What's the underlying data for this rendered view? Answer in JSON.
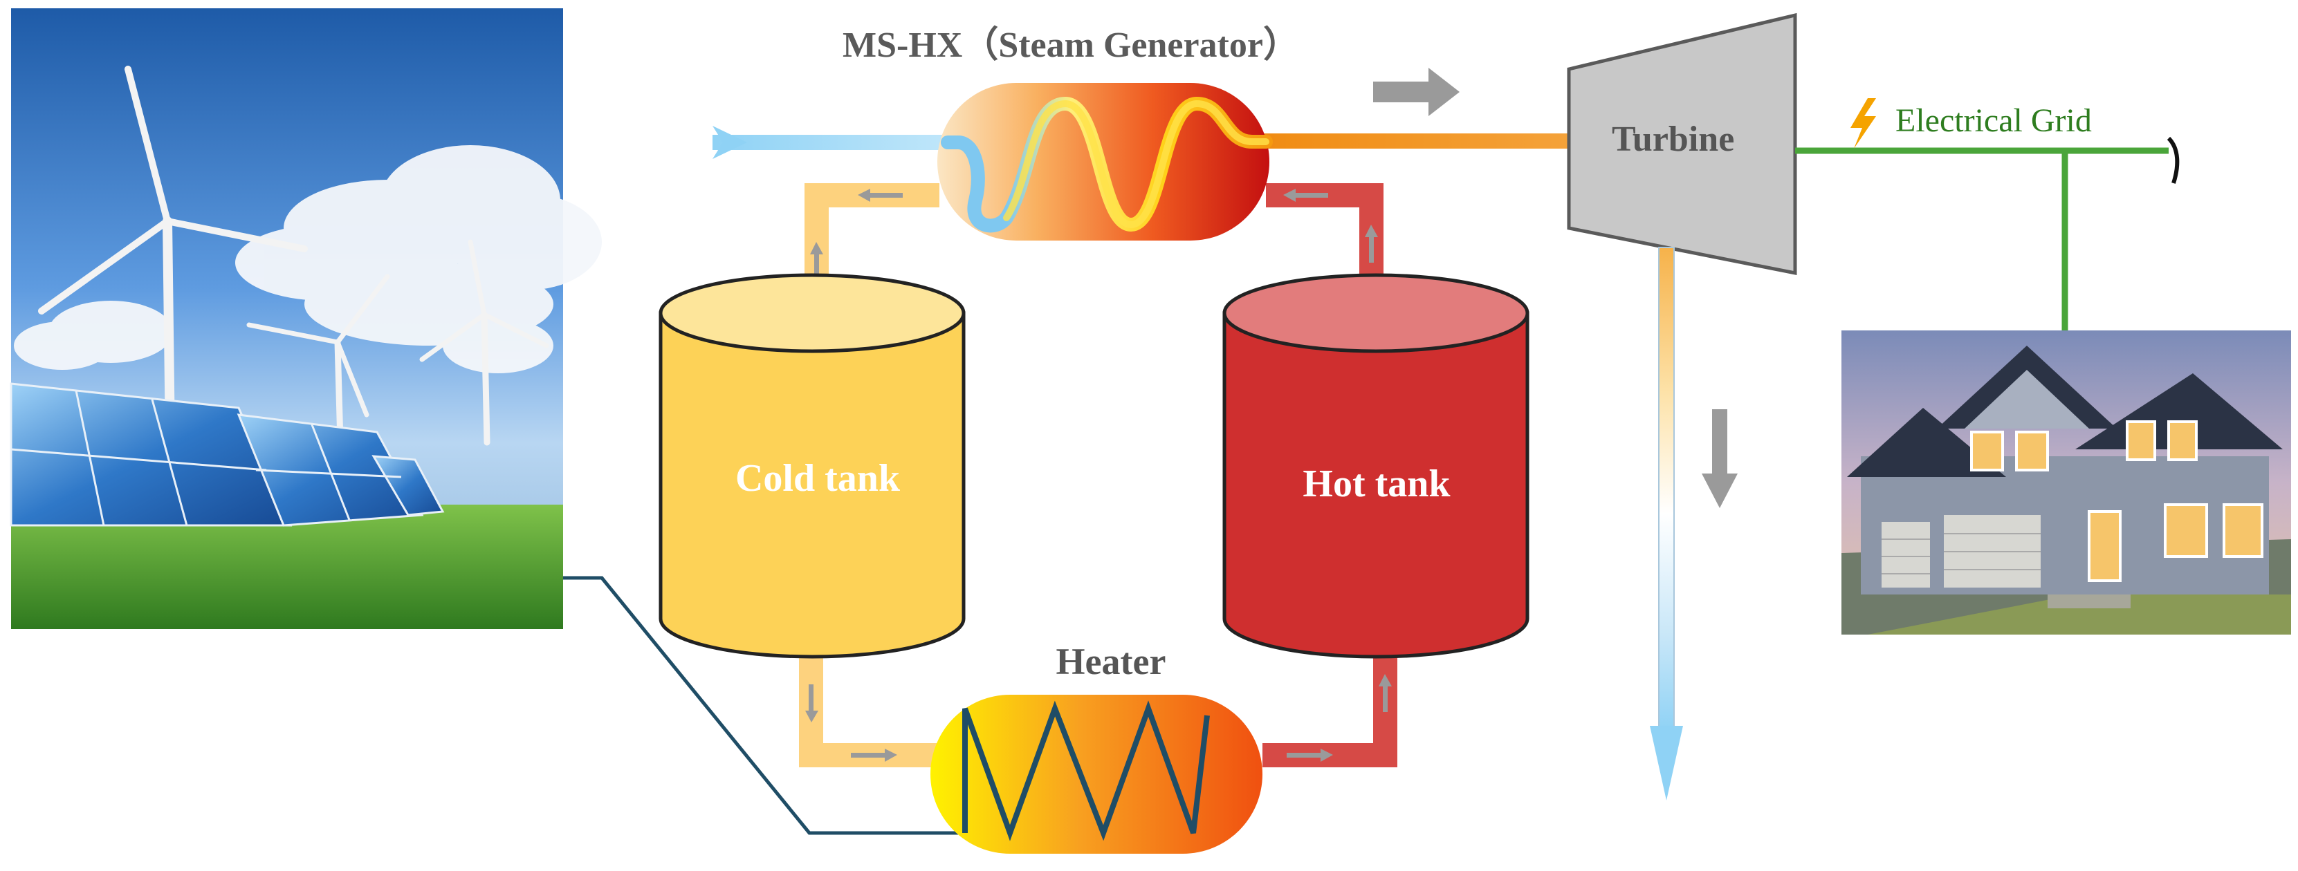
{
  "labels": {
    "steam_generator": "MS-HX（Steam Generator）",
    "turbine": "Turbine",
    "electrical_grid": "Electrical Grid",
    "cold_tank": "Cold tank",
    "hot_tank": "Hot tank",
    "heater": "Heater"
  },
  "icons": {
    "lightning": "lightning-icon"
  },
  "colors": {
    "cold_loop": "#fdcf6b",
    "hot_loop": "#d5423f",
    "cold_tank": "#fdd257",
    "hot_tank": "#cf2f2f",
    "grid_line": "#4aa53a",
    "grid_text": "#2e7d1f",
    "power_line": "#1f4d66",
    "turbine": "#c8c8c8",
    "water_in": "#9fd6f5",
    "steam_out": "#f0a030",
    "arrow_gray": "#9a9a9a",
    "lightning": "#f5a300"
  }
}
